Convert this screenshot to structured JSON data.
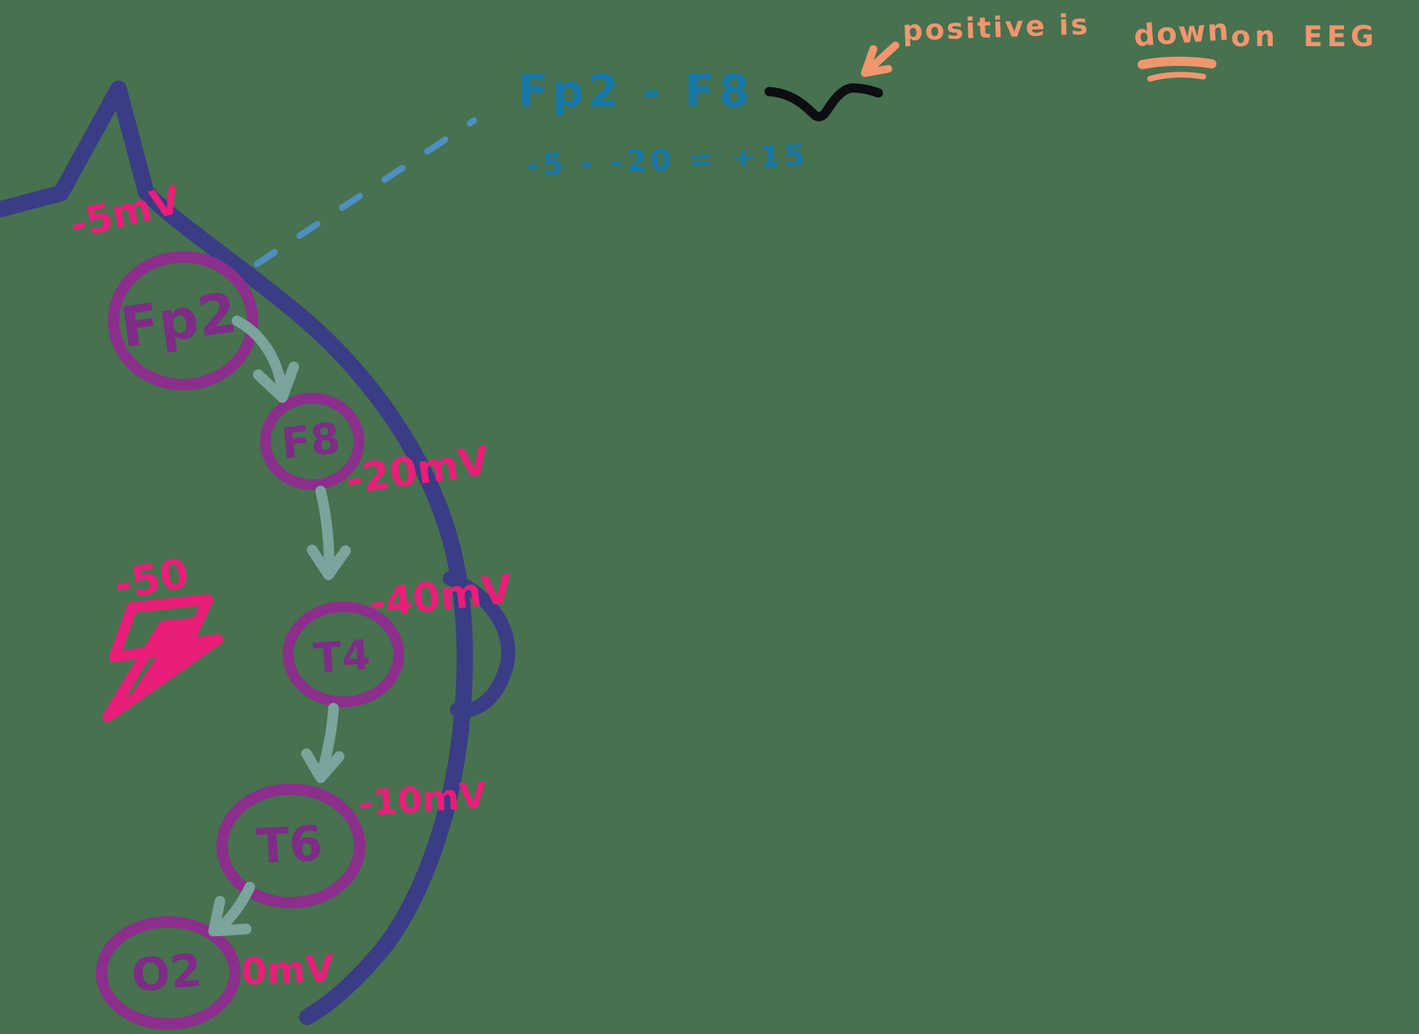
{
  "canvas": {
    "background": "#47714F"
  },
  "colors": {
    "head_outline": "#3A3C85",
    "electrode_circle": "#8C2E8C",
    "electrode_text": "#7E2C86",
    "voltage_text": "#E91E78",
    "arrow_teal": "#7AA49C",
    "derivation_blue": "#1879A8",
    "dashed_line_blue": "#4E8FC0",
    "waveform_black": "#0D0D12",
    "note_orange": "#F0966F",
    "bolt_pink": "#E91E78"
  },
  "electrodes": [
    {
      "label": "Fp2",
      "voltage": "-5mV"
    },
    {
      "label": "F8",
      "voltage": "-20mV"
    },
    {
      "label": "T4",
      "voltage": "-40mV"
    },
    {
      "label": "T6",
      "voltage": "-10mV"
    },
    {
      "label": "O2",
      "voltage": "0mV"
    }
  ],
  "stimulus": {
    "value": "-50"
  },
  "derivation": {
    "channel": "Fp2 - F8",
    "calculation": "-5 - -20 = +15"
  },
  "note": {
    "before": "positive is",
    "underlined": "down",
    "after": "on EEG"
  }
}
